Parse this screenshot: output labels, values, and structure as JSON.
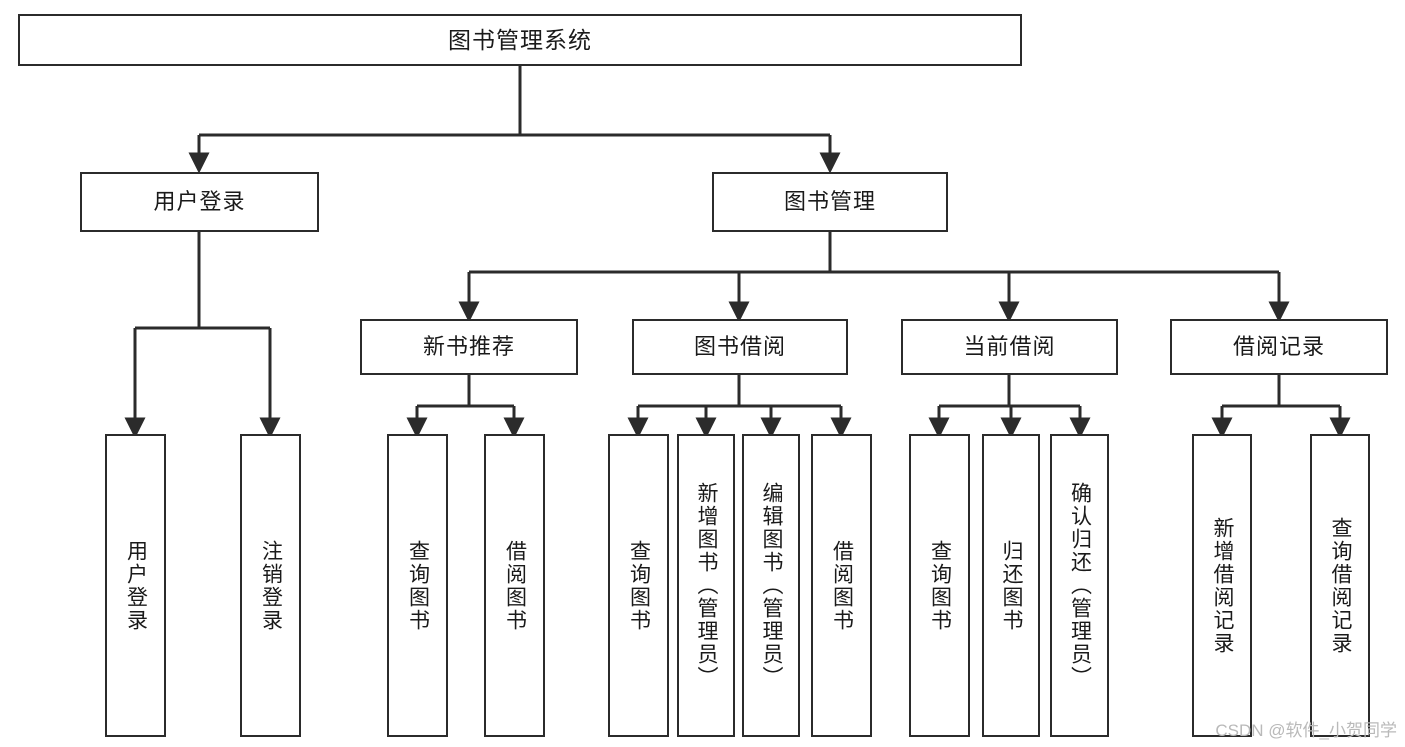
{
  "diagram": {
    "type": "tree",
    "title": "图书管理系统",
    "background": "#ffffff",
    "stroke_color": "#2b2b2b",
    "text_color": "#1a1a1a",
    "watermark": "CSDN @软件_小贺同学",
    "levels": {
      "root": [
        "图书管理系统"
      ],
      "level2": [
        "用户登录",
        "图书管理"
      ],
      "level3": [
        "新书推荐",
        "图书借阅",
        "当前借阅",
        "借阅记录"
      ],
      "leaves": [
        "用户登录",
        "注销登录",
        "查询图书",
        "借阅图书",
        "查询图书",
        "新增图书（管理员）",
        "编辑图书（管理员）",
        "借阅图书",
        "查询图书",
        "归还图书",
        "确认归还（管理员）",
        "新增借阅记录",
        "查询借阅记录"
      ]
    },
    "nodes": {
      "root": {
        "label": "图书管理系统"
      },
      "user_login": {
        "label": "用户登录"
      },
      "book_mgmt": {
        "label": "图书管理"
      },
      "new_book_rec": {
        "label": "新书推荐"
      },
      "book_borrow": {
        "label": "图书借阅"
      },
      "current_borrow": {
        "label": "当前借阅"
      },
      "borrow_record": {
        "label": "借阅记录"
      },
      "leaf_user_login": {
        "label": "用户登录"
      },
      "leaf_logout": {
        "label": "注销登录"
      },
      "leaf_query_book_a": {
        "label": "查询图书"
      },
      "leaf_borrow_book_a": {
        "label": "借阅图书"
      },
      "leaf_query_book_b": {
        "label": "查询图书"
      },
      "leaf_add_book": {
        "label": "新增图书（管理员）"
      },
      "leaf_edit_book": {
        "label": "编辑图书（管理员）"
      },
      "leaf_borrow_book_b": {
        "label": "借阅图书"
      },
      "leaf_query_book_c": {
        "label": "查询图书"
      },
      "leaf_return_book": {
        "label": "归还图书"
      },
      "leaf_confirm_return": {
        "label": "确认归还（管理员）"
      },
      "leaf_add_record": {
        "label": "新增借阅记录"
      },
      "leaf_query_record": {
        "label": "查询借阅记录"
      }
    }
  }
}
